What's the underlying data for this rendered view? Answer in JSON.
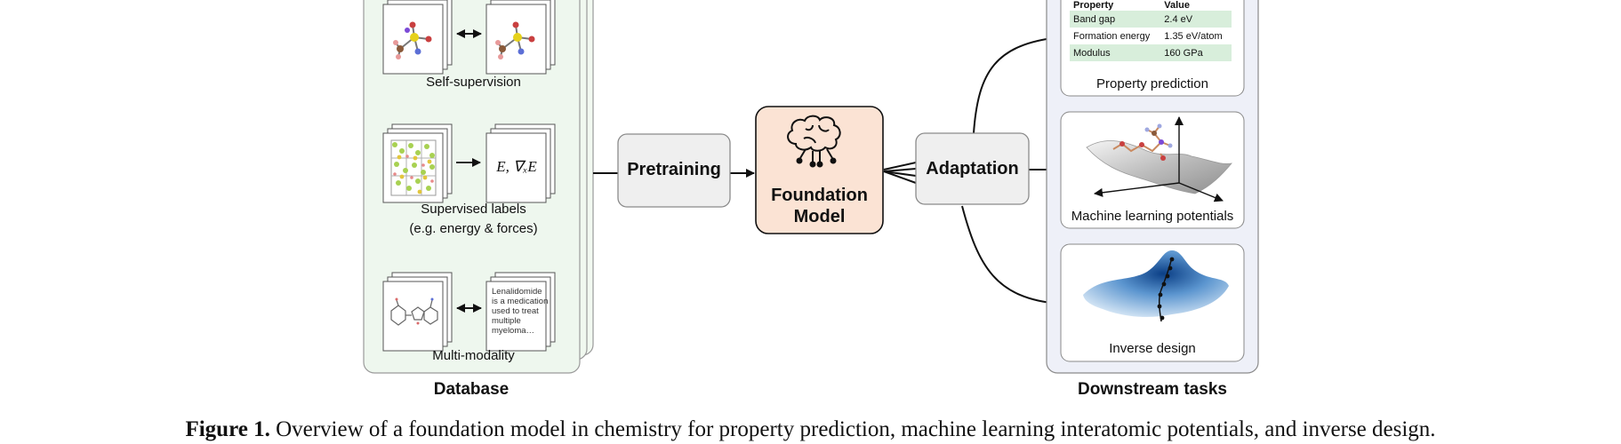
{
  "figure": {
    "caption_label": "Figure 1.",
    "caption_text": "Overview of a foundation model in chemistry for property prediction, machine learning interatomic potentials, and inverse design."
  },
  "database": {
    "title": "Database",
    "panels": [
      {
        "label": "Self-supervision"
      },
      {
        "label_line1": "Supervised labels",
        "label_line2": "(e.g. energy & forces)",
        "math": "E, ∇ₓE"
      },
      {
        "label": "Multi-modality",
        "text_note": "Lenalidomide is a medication used to treat multiple myeloma…"
      }
    ]
  },
  "flow": {
    "pretraining": "Pretraining",
    "model_line1": "Foundation",
    "model_line2": "Model",
    "adaptation": "Adaptation"
  },
  "downstream": {
    "title": "Downstream tasks",
    "property_table": {
      "headers": [
        "Property",
        "Value"
      ],
      "rows": [
        [
          "Band gap",
          "2.4 eV"
        ],
        [
          "Formation energy",
          "1.35 eV/atom"
        ],
        [
          "Modulus",
          "160 GPa"
        ]
      ]
    },
    "tasks": [
      "Property prediction",
      "Machine learning potentials",
      "Inverse design"
    ]
  },
  "colors": {
    "database_fill": "#eef7ee",
    "model_fill": "#fbe3d4",
    "box_fill": "#efefef",
    "downstream_fill": "#eef0f8",
    "table_highlight": "#d8eedb"
  }
}
